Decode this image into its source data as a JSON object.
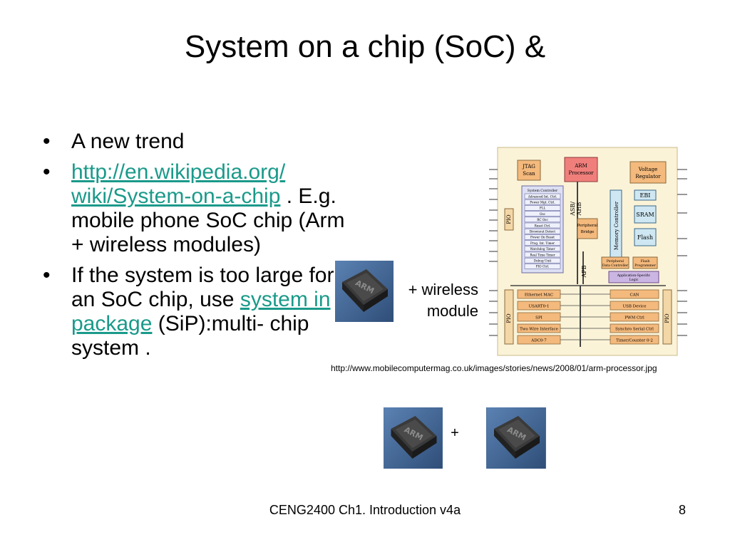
{
  "slide": {
    "title": "System on a chip (SoC) &",
    "bullets": [
      {
        "text": "A new trend"
      },
      {
        "link_text_line1": "http://en.wikipedia.org/",
        "link_text_line2": "wiki/System-on-a-chip",
        "after_link": " . E.g. mobile phone SoC chip (Arm + wireless modules)"
      },
      {
        "before_link": "If the system is too large for an SoC chip, use ",
        "link_text": "system in package",
        "after_link": " (SiP):multi- chip system ."
      }
    ],
    "bullet_glyph": "•",
    "wireless_caption_line1": "+ wireless",
    "wireless_caption_line2": "module",
    "image_url_caption": "http://www.mobilecomputermag.co.uk/images/stories/news/2008/01/arm-processor.jpg",
    "plus_sign": "+",
    "footer": "CENG2400 Ch1. Introduction v4a",
    "page_number": "8",
    "chip_logo": "ARM",
    "diagram": {
      "jtag_line1": "JTAG",
      "jtag_line2": "Scan",
      "arm_line1": "ARM",
      "arm_line2": "Processor",
      "voltage_line1": "Voltage",
      "voltage_line2": "Regulator",
      "asb_line1": "ASB/",
      "asb_line2": "AHB",
      "system_controller": "System Controller",
      "sys_items": [
        "Advanced Int. Ctrl.",
        "Power Mgt. Ctrl.",
        "PLL",
        "Osc",
        "RC Osc",
        "Reset Ctrl.",
        "Brownout Detect",
        "Power On Reset",
        "Prog. Int. Timer",
        "Watchdog Timer",
        "Real Time Timer",
        "Debug Unit",
        "PIO Ctrl."
      ],
      "memory_controller": "Memory Controller",
      "peripheral_bridge_line1": "Peripheral",
      "peripheral_bridge_line2": "Bridge",
      "ebi": "EBI",
      "sram": "SRAM",
      "flash": "Flash",
      "apb": "APB",
      "pdc_line1": "Peripheral",
      "pdc_line2": "Data Controller",
      "flash_prog_line1": "Flash",
      "flash_prog_line2": "Programmer",
      "app_logic_line1": "Application-Specific",
      "app_logic_line2": "Logic",
      "pio": "PIO",
      "left_periph": [
        "Ethernet MAC",
        "USART0-1",
        "SPI",
        "Two Wire Interface",
        "ADC0-7"
      ],
      "right_periph": [
        "CAN",
        "USB Device",
        "PWM Ctrl",
        "Synchro Serial Ctrl",
        "Timer/Counter 0-2"
      ]
    }
  }
}
